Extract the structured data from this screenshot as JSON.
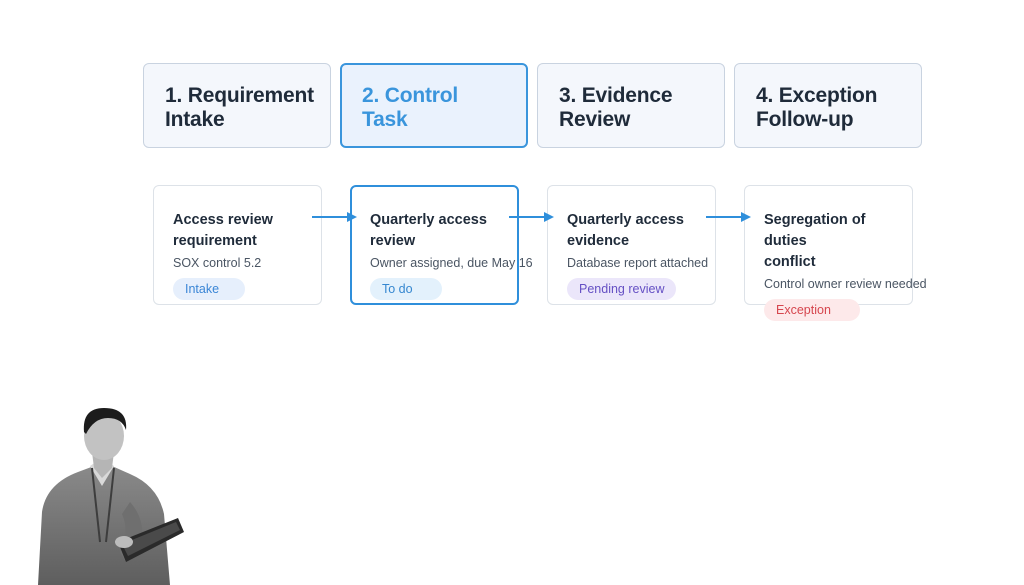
{
  "stages": [
    {
      "label": "1. Requirement\nIntake",
      "active": false
    },
    {
      "label": "2. Control\nTask",
      "active": true
    },
    {
      "label": "3. Evidence\nReview",
      "active": false
    },
    {
      "label": "4. Exception\nFollow-up",
      "active": false
    }
  ],
  "cards": [
    {
      "title": "Access review\nrequirement",
      "subtitle": "SOX control 5.2",
      "badge": "Intake",
      "badge_bg": "#e6effc",
      "badge_fg": "#3a86d6"
    },
    {
      "title": "Quarterly access\nreview",
      "subtitle": "Owner assigned, due May 16",
      "badge": "To do",
      "badge_bg": "#e3f1fc",
      "badge_fg": "#3587d0"
    },
    {
      "title": "Quarterly access\nevidence",
      "subtitle": "Database report attached",
      "badge": "Pending review",
      "badge_bg": "#ebe6fa",
      "badge_fg": "#6550c4"
    },
    {
      "title": "Segregation of duties\nconflict",
      "subtitle": "Control owner review needed",
      "badge": "Exception",
      "badge_bg": "#fde9ea",
      "badge_fg": "#d6464e"
    }
  ],
  "colors": {
    "accent": "#3a95dc",
    "arrow": "#2f8fdb"
  }
}
